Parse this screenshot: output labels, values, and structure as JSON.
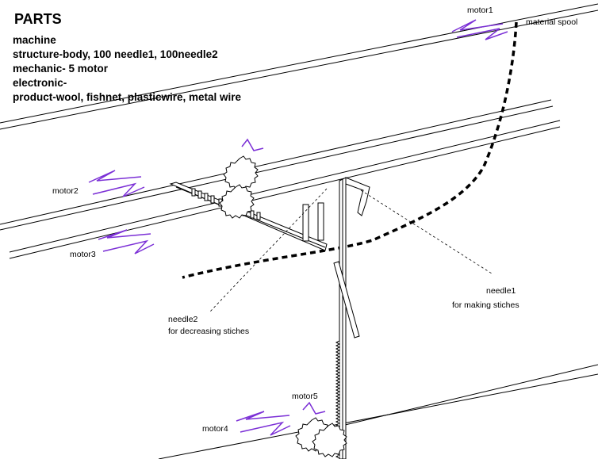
{
  "title": "PARTS",
  "parts_list": [
    "machine",
    "structure-body, 100 needle1, 100needle2",
    "mechanic- 5 motor",
    "electronic-",
    "product-wool, fishnet, plasticwire, metal wire"
  ],
  "labels": {
    "motor1": "motor1",
    "motor2": "motor2",
    "motor3": "motor3",
    "motor4": "motor4",
    "motor5": "motor5",
    "material_spool": "material spool",
    "needle1": "needle1",
    "needle1_desc": "for making stiches",
    "needle2": "needle2",
    "needle2_desc": "for decreasing stiches"
  },
  "colors": {
    "motion_arrow": "#7b2fd6",
    "line": "#000000"
  }
}
